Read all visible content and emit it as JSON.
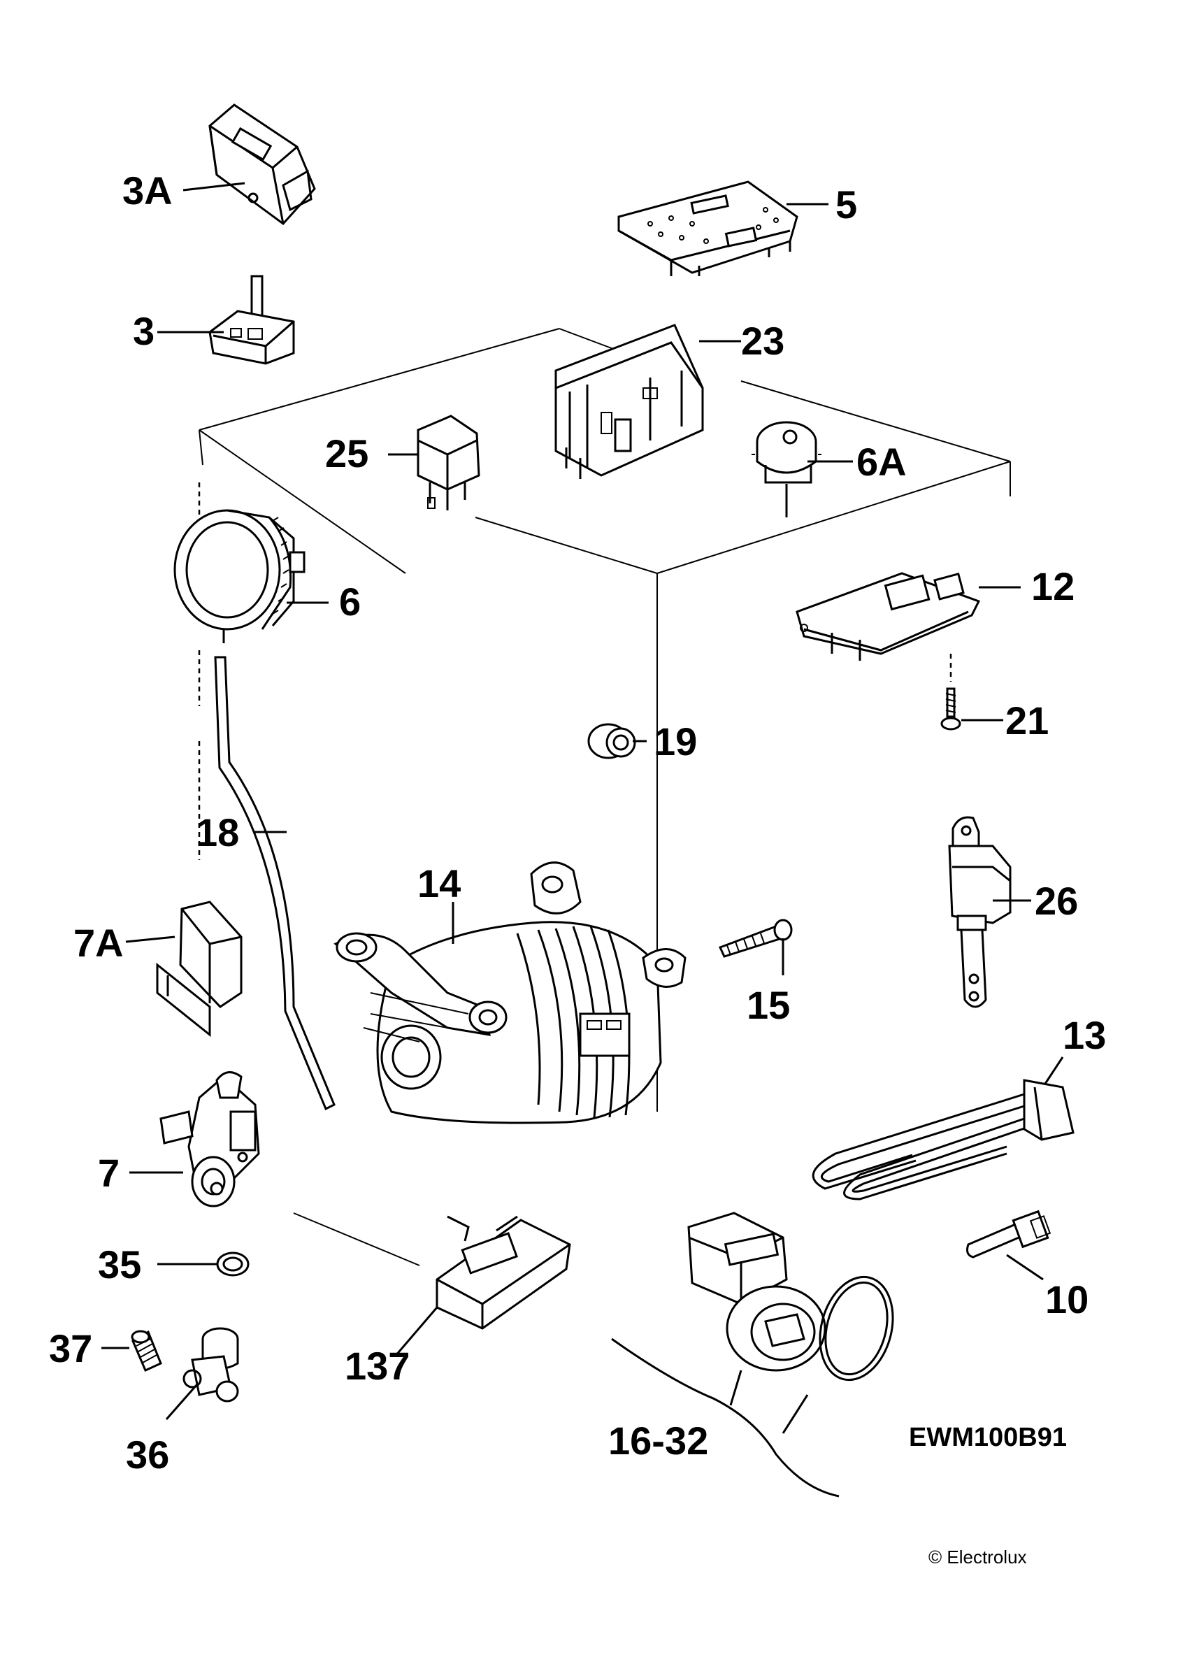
{
  "diagram": {
    "parts": [
      {
        "id": "3A"
      },
      {
        "id": "5"
      },
      {
        "id": "3"
      },
      {
        "id": "23"
      },
      {
        "id": "25"
      },
      {
        "id": "6A"
      },
      {
        "id": "6"
      },
      {
        "id": "12"
      },
      {
        "id": "19"
      },
      {
        "id": "21"
      },
      {
        "id": "18"
      },
      {
        "id": "14"
      },
      {
        "id": "26"
      },
      {
        "id": "7A"
      },
      {
        "id": "15"
      },
      {
        "id": "13"
      },
      {
        "id": "7"
      },
      {
        "id": "35"
      },
      {
        "id": "10"
      },
      {
        "id": "37"
      },
      {
        "id": "137"
      },
      {
        "id": "36"
      },
      {
        "id": "16-32"
      }
    ],
    "model_code": "EWM100B91",
    "copyright": "© Electrolux"
  }
}
